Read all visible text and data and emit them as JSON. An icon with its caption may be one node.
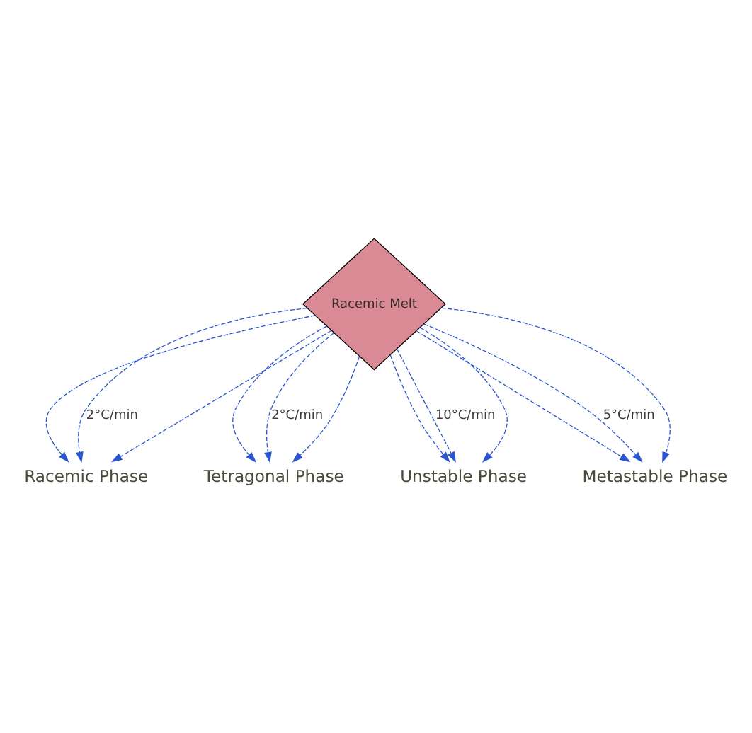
{
  "diagram": {
    "nodes": [
      {
        "text": [
          "Racemic Melt"
        ]
      },
      {
        "text": [
          "Racemic Phase"
        ]
      },
      {
        "text": [
          "Tetragonal Phase"
        ]
      },
      {
        "text": [
          "Unstable Phase"
        ]
      },
      {
        "text": [
          "Metastable Phase"
        ]
      }
    ],
    "edges": [
      {
        "from": 0,
        "to": 1,
        "arrow": "to",
        "style": "dashed"
      },
      {
        "from": 0,
        "to": 1,
        "arrow": "to",
        "style": "dashed",
        "label": "2°C/min"
      },
      {
        "from": 0,
        "to": 1,
        "arrow": "to",
        "style": "dashed"
      },
      {
        "from": 0,
        "to": 2,
        "arrow": "to",
        "style": "dashed"
      },
      {
        "from": 0,
        "to": 2,
        "arrow": "to",
        "style": "dashed",
        "label": "2°C/min"
      },
      {
        "from": 0,
        "to": 2,
        "arrow": "to",
        "style": "dashed"
      },
      {
        "from": 0,
        "to": 3,
        "arrow": "to",
        "style": "dashed"
      },
      {
        "from": 0,
        "to": 3,
        "arrow": "to",
        "style": "dashed",
        "label": "10°C/min"
      },
      {
        "from": 0,
        "to": 3,
        "arrow": "to",
        "style": "dashed"
      },
      {
        "from": 0,
        "to": 4,
        "arrow": "to",
        "style": "dashed"
      },
      {
        "from": 0,
        "to": 4,
        "arrow": "to",
        "style": "dashed",
        "label": "5°C/min"
      },
      {
        "from": 0,
        "to": 4,
        "arrow": "to",
        "style": "dashed"
      }
    ]
  }
}
